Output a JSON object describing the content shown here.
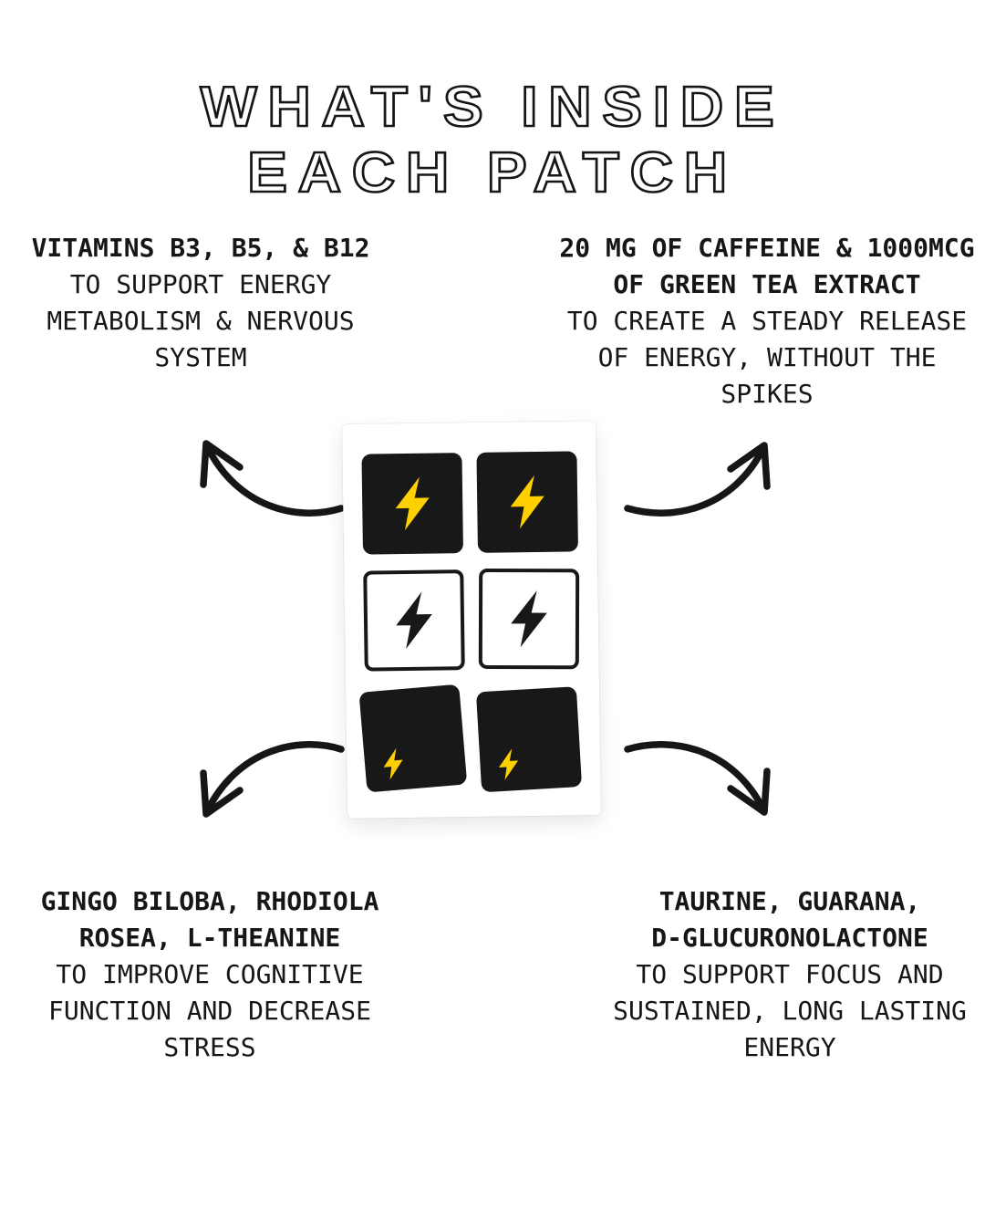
{
  "title": {
    "text": "WHAT'S INSIDE EACH PATCH",
    "lines": [
      "WHAT'S INSIDE",
      "EACH PATCH"
    ]
  },
  "callouts": {
    "top_left": {
      "heading": "VITAMINS B3, B5, & B12",
      "heading_lines": [
        "VITAMINS B3, B5, & B12"
      ],
      "body": "TO SUPPORT ENERGY METABOLISM & NERVOUS SYSTEM",
      "body_lines": [
        "TO SUPPORT ENERGY",
        "METABOLISM & NERVOUS",
        "SYSTEM"
      ]
    },
    "top_right": {
      "heading": "20 MG OF CAFFEINE & 1000MCG OF GREEN TEA EXTRACT",
      "heading_lines": [
        "20 MG OF CAFFEINE & 1000MCG",
        "OF GREEN TEA EXTRACT"
      ],
      "body": "TO CREATE A STEADY RELEASE OF ENERGY, WITHOUT THE SPIKES",
      "body_lines": [
        "TO CREATE A STEADY RELEASE",
        "OF ENERGY, WITHOUT THE",
        "SPIKES"
      ]
    },
    "bottom_left": {
      "heading": "GINGO BILOBA, RHODIOLA ROSEA, L-THEANINE",
      "heading_lines": [
        "GINGO BILOBA, RHODIOLA",
        "ROSEA, L-THEANINE"
      ],
      "body": "TO IMPROVE COGNITIVE FUNCTION AND DECREASE STRESS",
      "body_lines": [
        "TO IMPROVE COGNITIVE",
        "FUNCTION AND DECREASE",
        "STRESS"
      ]
    },
    "bottom_right": {
      "heading": "TAURINE, GUARANA, D-GLUCURONOLACTONE",
      "heading_lines": [
        "TAURINE, GUARANA,",
        "D-GLUCURONOLACTONE"
      ],
      "body": "TO SUPPORT FOCUS AND SUSTAINED, LONG LASTING ENERGY",
      "body_lines": [
        "TO SUPPORT FOCUS AND",
        "SUSTAINED, LONG LASTING",
        "ENERGY"
      ]
    }
  },
  "product": {
    "description": "white sheet of six square lightning-bolt energy patches, 2 columns x 3 rows",
    "patches": [
      {
        "position": "row1-left",
        "style": "black patch, large yellow lightning bolt centered"
      },
      {
        "position": "row1-right",
        "style": "black patch, large yellow lightning bolt centered"
      },
      {
        "position": "row2-left",
        "style": "white patch with black outline, black lightning bolt centered"
      },
      {
        "position": "row2-right",
        "style": "white patch with black outline, black lightning bolt centered"
      },
      {
        "position": "row3-left",
        "style": "black patch, small yellow lightning bolt in bottom-left corner"
      },
      {
        "position": "row3-right",
        "style": "black patch, small yellow lightning bolt in bottom-left corner"
      }
    ]
  },
  "arrows": [
    {
      "name": "arrow-top-left",
      "from": "patch sheet",
      "to": "vitamins callout"
    },
    {
      "name": "arrow-top-right",
      "from": "patch sheet",
      "to": "caffeine callout"
    },
    {
      "name": "arrow-bottom-left",
      "from": "patch sheet",
      "to": "gingko callout"
    },
    {
      "name": "arrow-bottom-right",
      "from": "patch sheet",
      "to": "taurine callout"
    }
  ],
  "colors": {
    "ink": "#161616",
    "bolt_yellow": "#ffd000",
    "patch_black": "#181818",
    "background": "#ffffff"
  }
}
